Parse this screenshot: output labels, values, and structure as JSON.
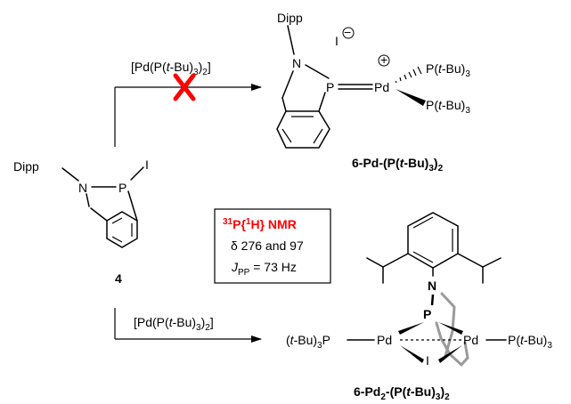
{
  "starting_material": {
    "id": "4",
    "dipp": "Dipp",
    "n": "N",
    "p": "P",
    "i": "I"
  },
  "reaction_top": {
    "reagent": "[Pd(P(t-Bu)3)2]",
    "blocked": true,
    "blocked_color": "#ff0000"
  },
  "reaction_bottom": {
    "reagent": "[Pd(P(t-Bu)3)2]"
  },
  "product_top": {
    "name": "6-Pd-(P(t-Bu)3)2",
    "dipp": "Dipp",
    "counterion": "I",
    "anion_charge": "−",
    "cation_charge": "+",
    "n": "N",
    "p": "P",
    "pd": "Pd",
    "ligand": "P(t-Bu)3"
  },
  "nmr_box": {
    "title": "31P{1H} NMR",
    "title_color": "#ff0000",
    "shifts": "δ 276 and 97",
    "coupling": "JPP = 73 Hz"
  },
  "product_bottom": {
    "name": "6-Pd2-(P(t-Bu)3)2",
    "n": "N",
    "p": "P",
    "pd": "Pd",
    "i": "I",
    "ligand_left": "(t-Bu)3P",
    "ligand_right": "P(t-Bu)3"
  }
}
